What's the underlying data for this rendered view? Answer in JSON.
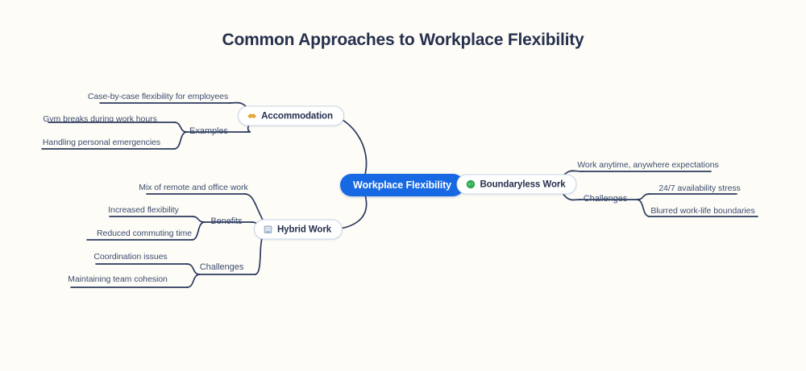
{
  "page": {
    "title": "Common Approaches to Workplace Flexibility",
    "background_color": "#FDFCF7",
    "accent_color": "#1668E3",
    "line_color": "#2C3A5E",
    "text_color": "#3D4C6E"
  },
  "mindmap": {
    "root": {
      "label": "Workplace Flexibility"
    },
    "branches": [
      {
        "label": "Accommodation",
        "icon": "handshake-icon",
        "icon_color": "#F0A830",
        "side": "left",
        "direct_children": [
          "Case-by-case flexibility for employees"
        ],
        "groups": [
          {
            "label": "Examples",
            "children": [
              "Gym breaks during work hours",
              "Handling personal emergencies"
            ]
          }
        ]
      },
      {
        "label": "Hybrid Work",
        "icon": "office-building-icon",
        "icon_color": "#8FA6C8",
        "side": "left",
        "direct_children": [
          "Mix of remote and office work"
        ],
        "groups": [
          {
            "label": "Benefits",
            "children": [
              "Increased flexibility",
              "Reduced commuting time"
            ]
          },
          {
            "label": "Challenges",
            "children": [
              "Coordination issues",
              "Maintaining team cohesion"
            ]
          }
        ]
      },
      {
        "label": "Boundaryless Work",
        "icon": "globe-icon",
        "icon_color": "#2FAF53",
        "side": "right",
        "direct_children": [
          "Work anytime, anywhere expectations"
        ],
        "groups": [
          {
            "label": "Challenges",
            "children": [
              "24/7 availability stress",
              "Blurred work-life boundaries"
            ]
          }
        ]
      }
    ]
  }
}
